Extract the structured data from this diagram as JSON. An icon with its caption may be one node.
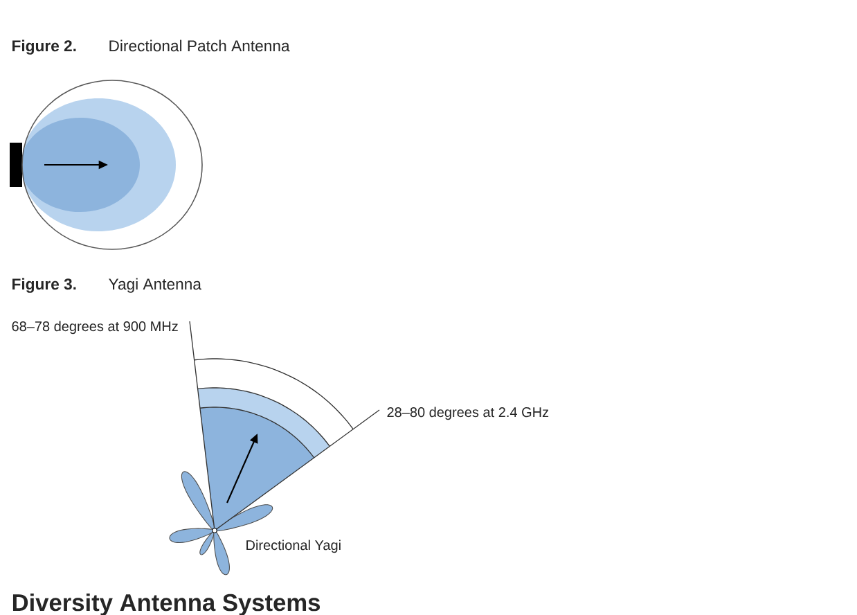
{
  "diagram": {
    "labels": [
      "Figure 2.",
      "Directional Patch Antenna",
      "Figure 3.",
      "Yagi Antenna",
      "68–78 degrees at 900 MHz",
      "28–80 degrees at 2.4 GHz",
      "Directional Yagi",
      "Diversity Antenna Systems"
    ]
  }
}
